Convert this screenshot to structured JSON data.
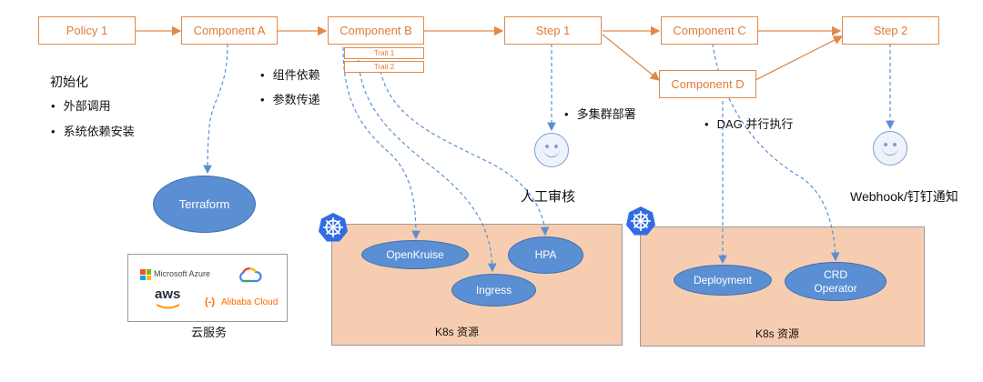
{
  "flow": {
    "policy1": "Policy 1",
    "componentA": "Component A",
    "componentB": "Component B",
    "trait1": "Trait 1",
    "trait2": "Trait 2",
    "step1": "Step 1",
    "componentC": "Component C",
    "componentD": "Component D",
    "step2": "Step 2"
  },
  "notes": {
    "init_title": "初始化",
    "init_items": [
      "外部调用",
      "系统依赖安装"
    ],
    "compB_items": [
      "组件依赖",
      "参数传递"
    ],
    "step1_item": "多集群部署",
    "dag_item": "DAG 并行执行",
    "manual_review": "人工审核",
    "webhook": "Webhook/钉钉通知"
  },
  "resources": {
    "terraform": "Terraform",
    "openkruise": "OpenKruise",
    "ingress": "Ingress",
    "hpa": "HPA",
    "k8s_label_left": "K8s 资源",
    "deployment": "Deployment",
    "crd_operator": "CRD\nOperator",
    "k8s_label_right": "K8s 资源"
  },
  "cloud": {
    "microsoft_azure": "Microsoft Azure",
    "aws": "aws",
    "alibaba_cloud": "Alibaba Cloud",
    "label": "云服务"
  },
  "colors": {
    "box_border": "#e08a4a",
    "box_text": "#e07b39",
    "ellipse_fill": "#5b8fd3",
    "panel_fill": "#f6cdb0",
    "dashed_arrow": "#5b8fd3"
  },
  "icons": [
    "kubernetes-icon",
    "smiley-face-icon",
    "google-cloud-icon",
    "microsoft-icon",
    "alibaba-cloud-icon"
  ]
}
